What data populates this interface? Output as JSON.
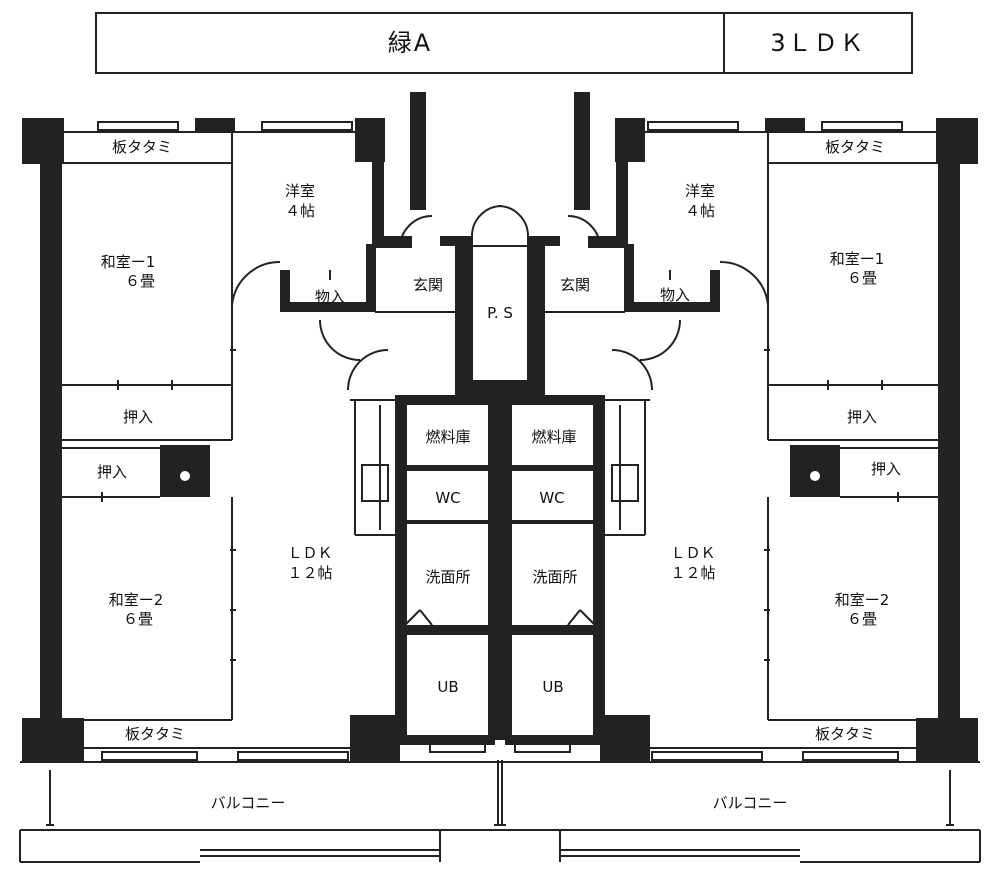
{
  "header": {
    "unit_type": "緑A",
    "layout": "3ＬＤＫ"
  },
  "rooms": {
    "washitsu1": [
      "和室ー1",
      "６畳"
    ],
    "washitsu2": [
      "和室ー2",
      "６畳"
    ],
    "youshitsu": [
      "洋室",
      "４帖"
    ],
    "ldk": [
      "ＬＤＫ",
      "１２帖"
    ],
    "itatatami": "板タタミ",
    "oshiire": "押入",
    "monoire": "物入",
    "genkan": "玄関",
    "ps": "P. S",
    "nenryouko": "燃料庫",
    "wc": "WC",
    "senmenjo": "洗面所",
    "ub": "UB",
    "balcony": "バルコニー"
  }
}
